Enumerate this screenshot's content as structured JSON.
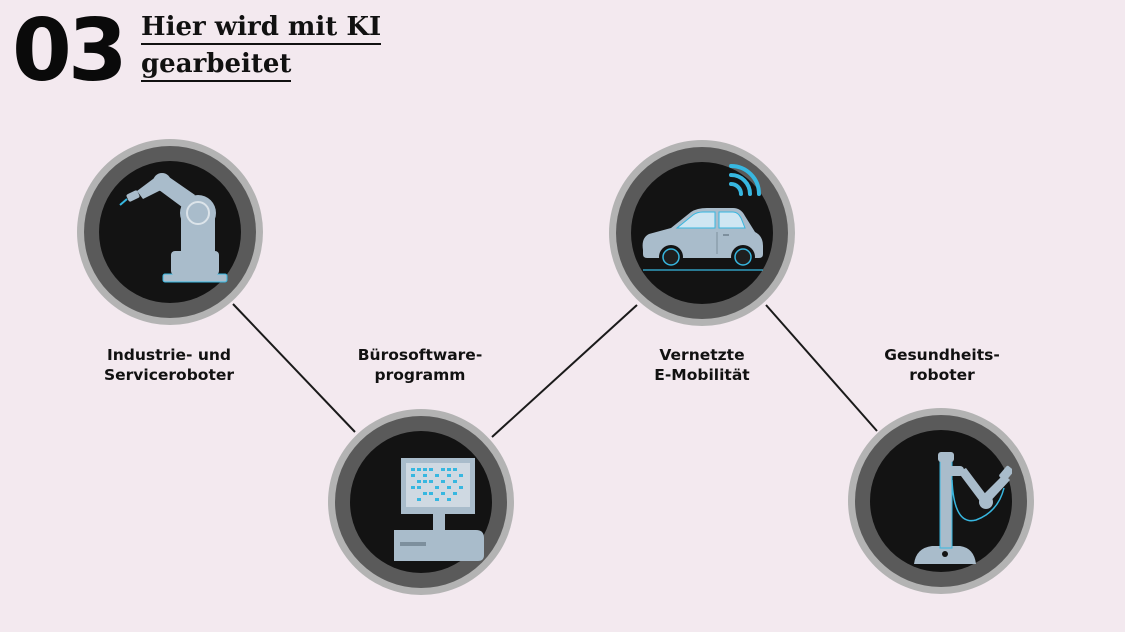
{
  "header": {
    "number": "03",
    "title_line_1": "Hier wird mit KI",
    "title_line_2": "gearbeitet"
  },
  "nodes": [
    {
      "icon": "industrial-robot-arm-icon",
      "label_line_1": "Industrie- und",
      "label_line_2": "Serviceroboter"
    },
    {
      "icon": "desktop-computer-icon",
      "label_line_1": "Bürosoftware-",
      "label_line_2": "programm"
    },
    {
      "icon": "connected-car-icon",
      "label_line_1": "Vernetzte",
      "label_line_2": "E-Mobilität"
    },
    {
      "icon": "medical-robot-arm-icon",
      "label_line_1": "Gesundheits-",
      "label_line_2": "roboter"
    }
  ],
  "colors": {
    "background": "#f3e9ef",
    "icon_fill": "#a9bccb",
    "icon_accent": "#37b7e0",
    "circle_outer": "#b3b3b3",
    "circle_ring": "#5a5a5a",
    "circle_core": "#131313"
  }
}
